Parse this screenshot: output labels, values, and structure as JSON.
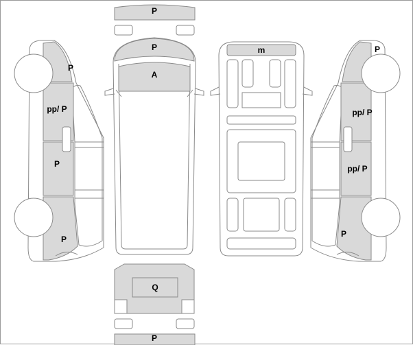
{
  "labels": {
    "front_bumper_top": "P",
    "bonnet": "P",
    "windscreen": "A",
    "roof_mark": "m",
    "left_front_wing": "P",
    "left_front_door": "pp/ P",
    "left_rear_door": "P",
    "left_rear_quarter": "P",
    "right_front_wing": "P",
    "right_front_door": "pp/ P",
    "right_rear_door": "pp/ P",
    "right_rear_quarter": "P",
    "tailgate": "Q",
    "rear_bumper": "P"
  },
  "colors": {
    "damage_fill": "#d9d9d9",
    "outline": "#8a8a8a",
    "border": "#9a9a9a",
    "text": "#000000"
  }
}
